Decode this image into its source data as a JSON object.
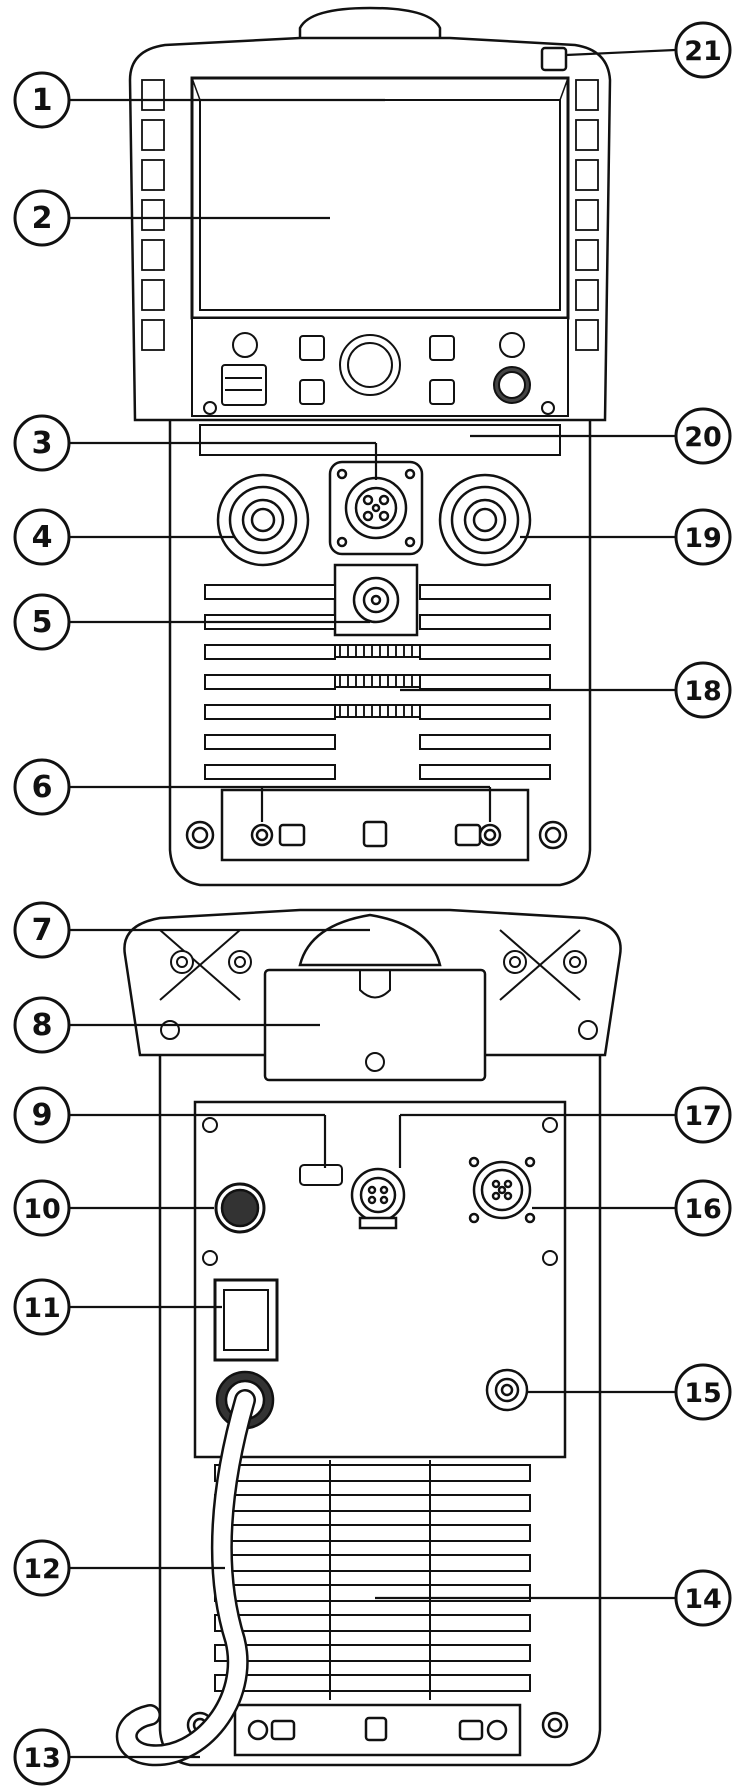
{
  "title": "",
  "colors": {
    "line": "#111111",
    "fill": "#ffffff",
    "shade": "#e6e6e6",
    "dark": "#222222"
  },
  "callouts": [
    {
      "label": "1",
      "side": "left"
    },
    {
      "label": "2",
      "side": "left"
    },
    {
      "label": "3",
      "side": "left"
    },
    {
      "label": "4",
      "side": "left"
    },
    {
      "label": "5",
      "side": "left"
    },
    {
      "label": "6",
      "side": "left"
    },
    {
      "label": "7",
      "side": "left"
    },
    {
      "label": "8",
      "side": "left"
    },
    {
      "label": "9",
      "side": "left"
    },
    {
      "label": "10",
      "side": "left"
    },
    {
      "label": "11",
      "side": "left"
    },
    {
      "label": "12",
      "side": "left"
    },
    {
      "label": "13",
      "side": "left"
    },
    {
      "label": "14",
      "side": "right"
    },
    {
      "label": "15",
      "side": "right"
    },
    {
      "label": "16",
      "side": "right"
    },
    {
      "label": "17",
      "side": "right"
    },
    {
      "label": "18",
      "side": "right"
    },
    {
      "label": "19",
      "side": "right"
    },
    {
      "label": "20",
      "side": "right"
    },
    {
      "label": "21",
      "side": "right"
    }
  ]
}
